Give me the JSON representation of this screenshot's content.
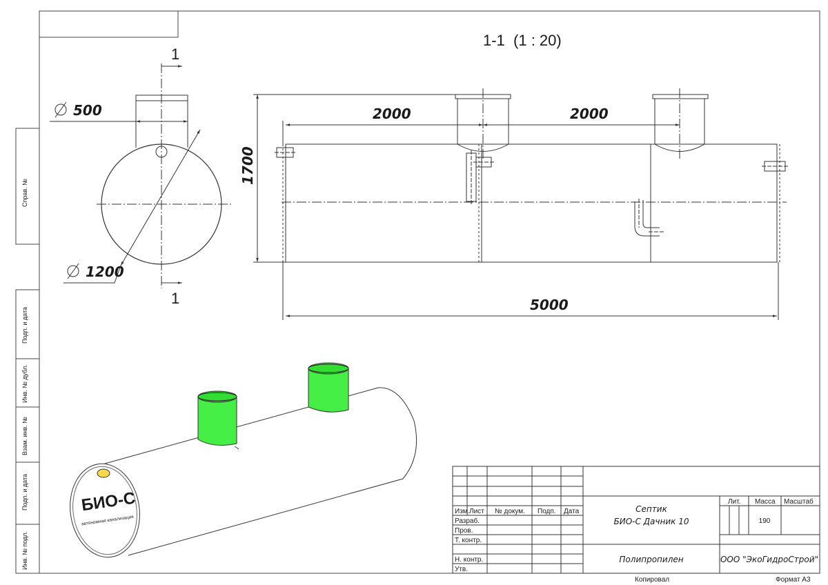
{
  "drawing": {
    "section_title": "1-1  (1 : 20)",
    "section_marks": [
      "1",
      "1"
    ],
    "diameter_neck": "500",
    "diameter_body": "1200",
    "dim_height": "1700",
    "dim_neck_spacing": [
      "2000",
      "2000"
    ],
    "dim_length": "5000",
    "logo_text": "БИО-С",
    "logo_subtitle": "автономная канализация",
    "colors": {
      "line": "#333333",
      "neck_fill": "#44ee44",
      "neck_cap": "#33dd33",
      "logo": "#4caf50",
      "hatch": "#ffd94a"
    }
  },
  "side_strip": {
    "labels": [
      "Справ. №",
      "Подп. и дата",
      "Инв. № дубл.",
      "Взам. инв. №",
      "Подп. и дата",
      "Инв. № подл."
    ]
  },
  "title_block": {
    "headers": [
      "Изм.",
      "Лист",
      "№ докум.",
      "Подп.",
      "Дата"
    ],
    "rows": [
      "Разраб.",
      "Пров.",
      "Т. контр.",
      "Н. контр.",
      "Утв."
    ],
    "name_line1": "Септик",
    "name_line2": "БИО-С Дачник 10",
    "lit_label": "Лит.",
    "mass_label": "Масса",
    "scale_label": "Масштаб",
    "mass_value": "190",
    "material": "Полипропилен",
    "organization": "ООО \"ЭкоГидроСтрой\"",
    "copied": "Копировал",
    "format": "Формат А3"
  }
}
